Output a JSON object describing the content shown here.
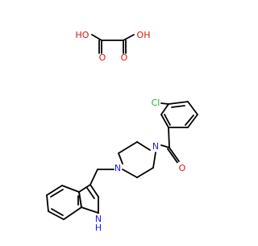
{
  "colors": {
    "bond": "#000000",
    "oxygen": "#e01010",
    "nitrogen": "#1a1aff",
    "chlorine": "#1fb31f",
    "background": "#ffffff"
  },
  "oxalic_acid": {
    "oh_left": "HO",
    "oh_right": "OH",
    "o_left": "O",
    "o_right": "O"
  },
  "main_molecule": {
    "chlorine": "Cl",
    "carbonyl_o": "O",
    "piperazine_n_right": "N",
    "piperazine_n_left": "N",
    "indole_nh": "H",
    "indole_n": "N"
  }
}
